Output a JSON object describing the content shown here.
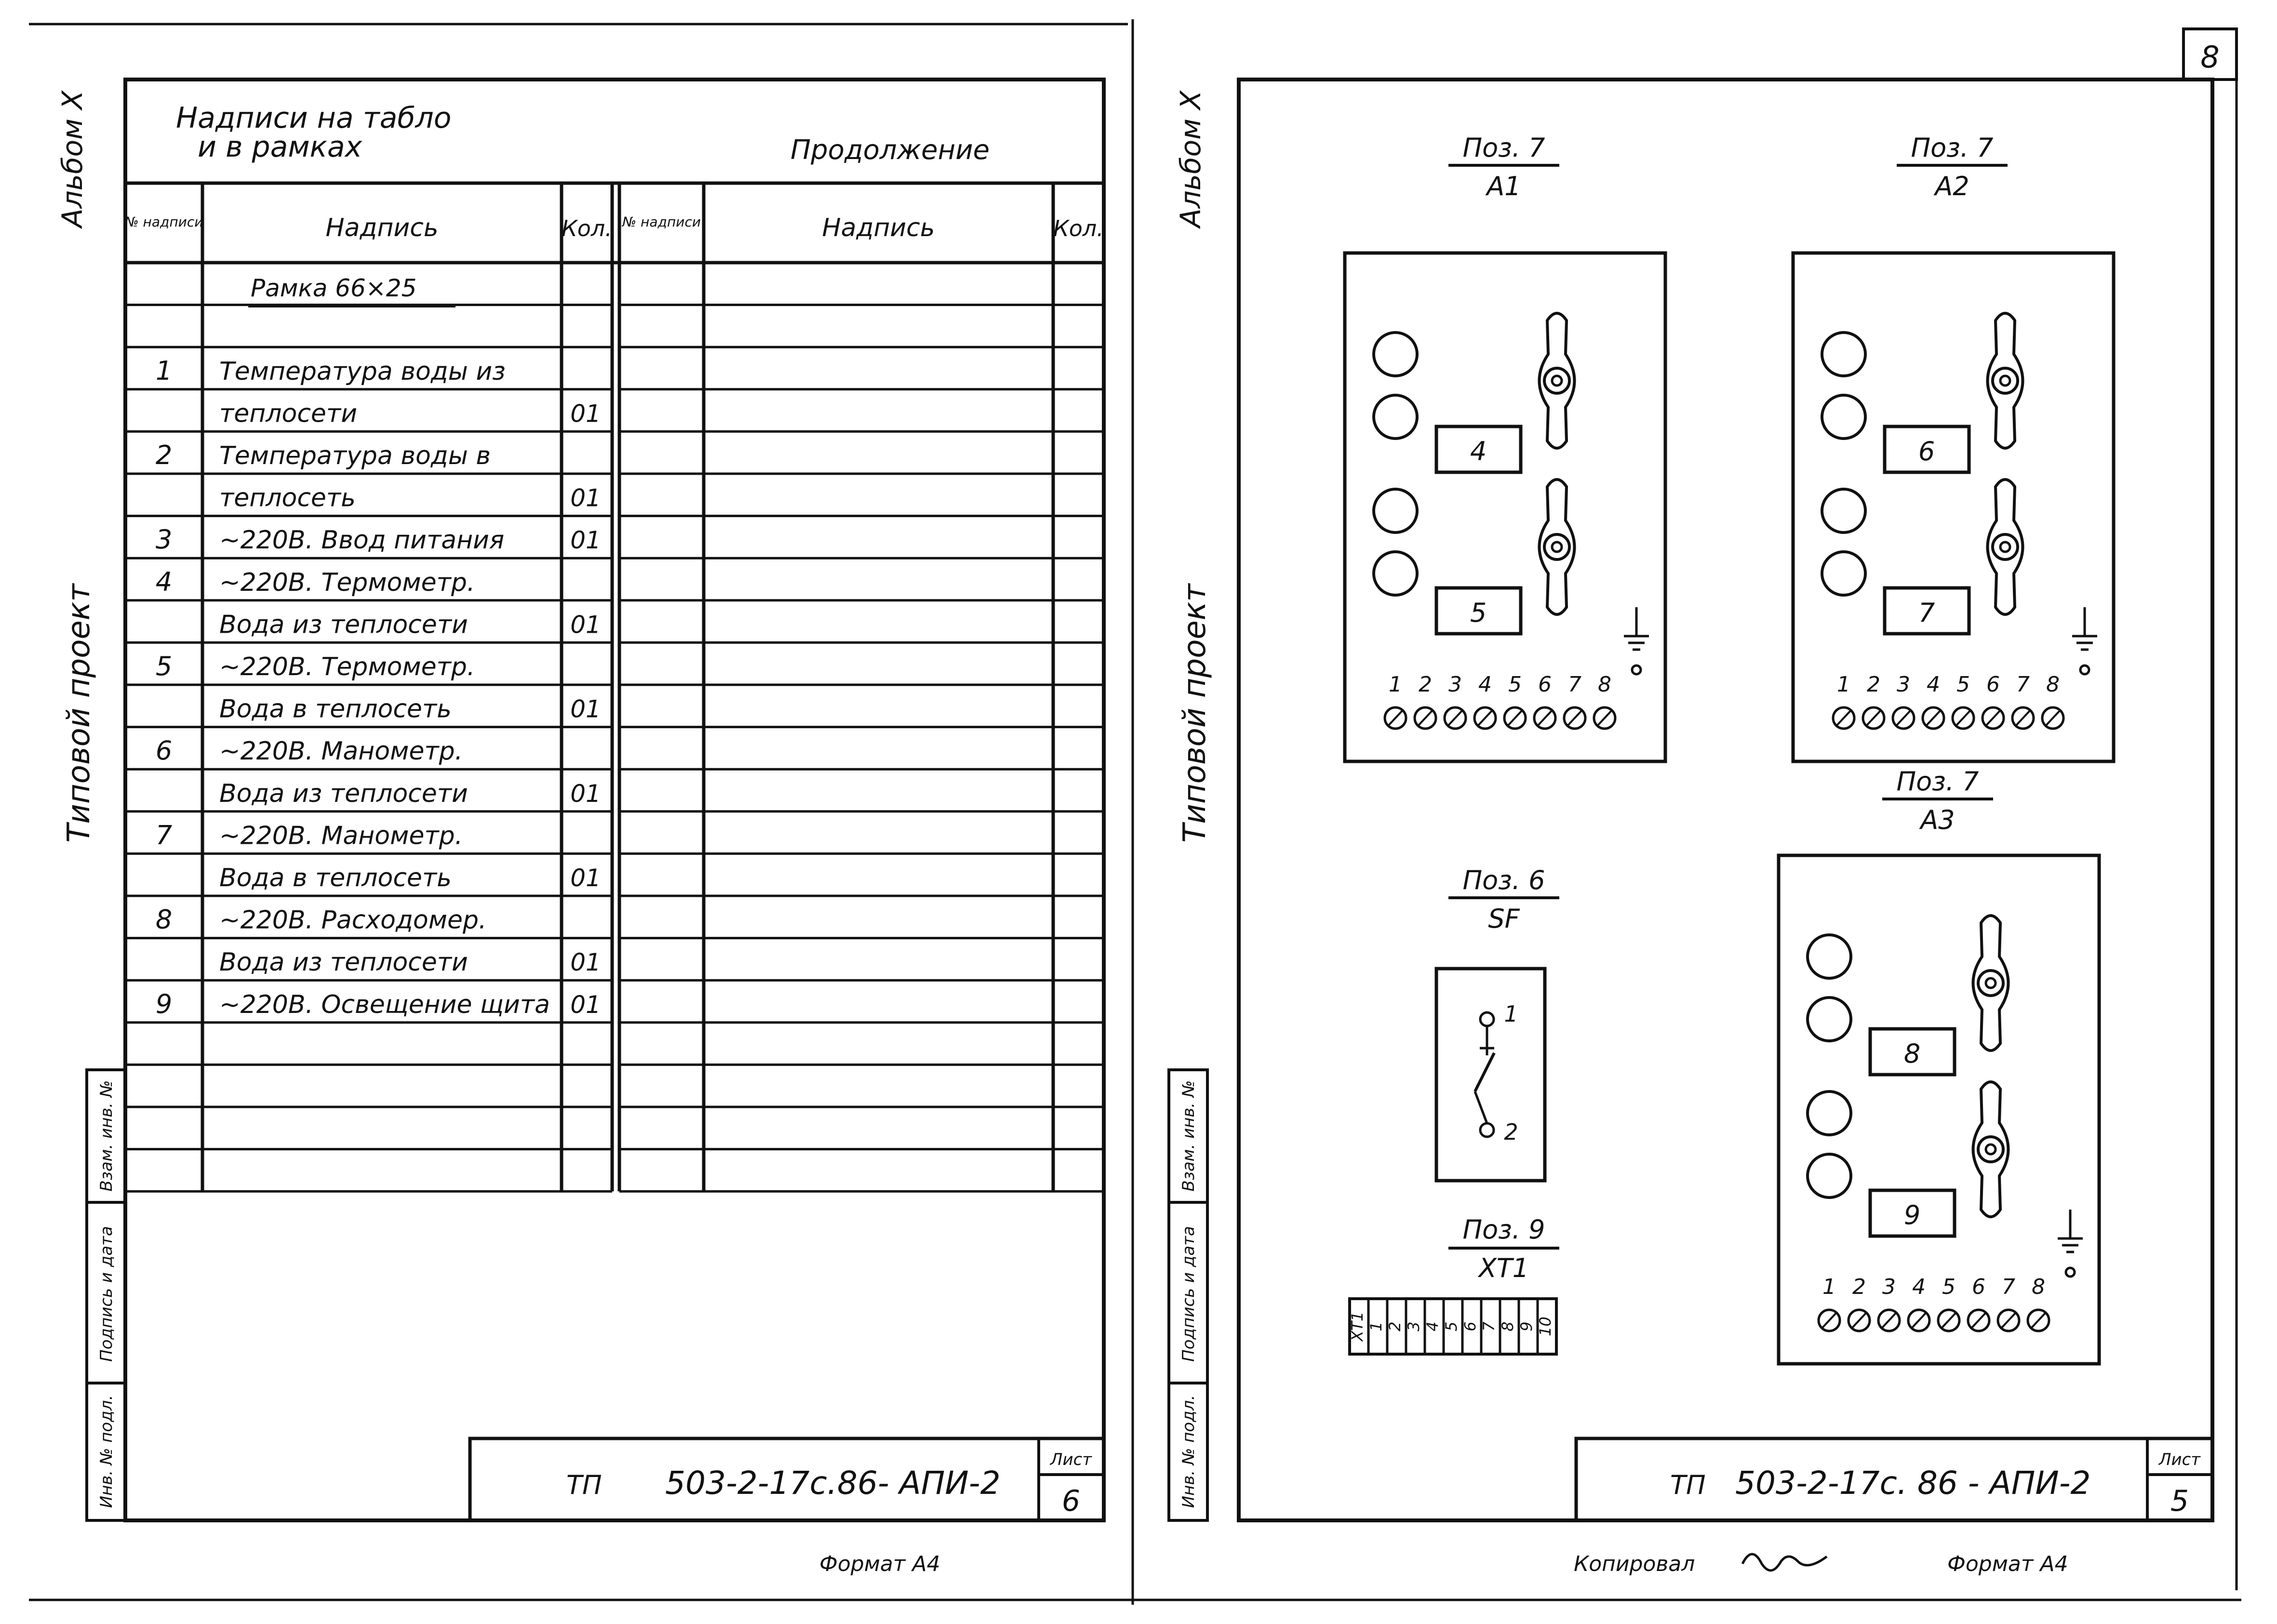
{
  "left_sheet": {
    "album_label": "Альбом X",
    "project_label": "Типовой проект",
    "title_line1": "Надписи на табло",
    "title_line2": "и в рамках",
    "continuation": "Продолжение",
    "columns": {
      "no": "№ надписи",
      "text": "Надпись",
      "qty": "Кол."
    },
    "frame_heading": "Рамка 66×25",
    "rows": [
      {
        "no": "1",
        "text": "Температура воды из",
        "qty": ""
      },
      {
        "no": "",
        "text": "теплосети",
        "qty": "01"
      },
      {
        "no": "2",
        "text": "Температура воды в",
        "qty": ""
      },
      {
        "no": "",
        "text": "теплосеть",
        "qty": "01"
      },
      {
        "no": "3",
        "text": "~220В. Ввод питания",
        "qty": "01"
      },
      {
        "no": "4",
        "text": "~220В. Термометр.",
        "qty": ""
      },
      {
        "no": "",
        "text": "Вода из теплосети",
        "qty": "01"
      },
      {
        "no": "5",
        "text": "~220В. Термометр.",
        "qty": ""
      },
      {
        "no": "",
        "text": "Вода в теплосеть",
        "qty": "01"
      },
      {
        "no": "6",
        "text": "~220В. Манометр.",
        "qty": ""
      },
      {
        "no": "",
        "text": "Вода из теплосети",
        "qty": "01"
      },
      {
        "no": "7",
        "text": "~220В. Манометр.",
        "qty": ""
      },
      {
        "no": "",
        "text": "Вода в теплосеть",
        "qty": "01"
      },
      {
        "no": "8",
        "text": "~220В. Расходомер.",
        "qty": ""
      },
      {
        "no": "",
        "text": "Вода из теплосети",
        "qty": "01"
      },
      {
        "no": "9",
        "text": "~220В. Освещение щита",
        "qty": "01"
      }
    ],
    "stamp_labels": [
      "Инв. № подл.",
      "Подпись и дата",
      "Взам. инв. №"
    ],
    "doc_prefix": "ТП",
    "doc_code": "503-2-17с.86- АПИ-2",
    "sheet_label": "Лист",
    "sheet_no": "6",
    "format": "Формат А4"
  },
  "right_sheet": {
    "page_no": "8",
    "album_label": "Альбом X",
    "project_label": "Типовой проект",
    "stamp_labels": [
      "Инв. № подл.",
      "Подпись и дата",
      "Взам. инв. №"
    ],
    "panels": [
      {
        "pos": "Поз. 7",
        "ref": "А1",
        "box1": "4",
        "box2": "5"
      },
      {
        "pos": "Поз. 7",
        "ref": "А2",
        "box1": "6",
        "box2": "7"
      },
      {
        "pos": "Поз. 7",
        "ref": "А3",
        "box1": "8",
        "box2": "9"
      }
    ],
    "terminal_numbers": [
      "1",
      "2",
      "3",
      "4",
      "5",
      "6",
      "7",
      "8"
    ],
    "switch": {
      "pos": "Поз. 6",
      "ref": "SF",
      "contact1": "1",
      "contact2": "2"
    },
    "terminal_block": {
      "pos": "Поз. 9",
      "ref": "XT1",
      "cells": [
        "XT1",
        "1",
        "2",
        "3",
        "4",
        "5",
        "6",
        "7",
        "8",
        "9",
        "10"
      ]
    },
    "doc_prefix": "ТП",
    "doc_code": "503-2-17с. 86 - АПИ-2",
    "sheet_label": "Лист",
    "sheet_no": "5",
    "copied_label": "Копировал",
    "format": "Формат А4"
  }
}
